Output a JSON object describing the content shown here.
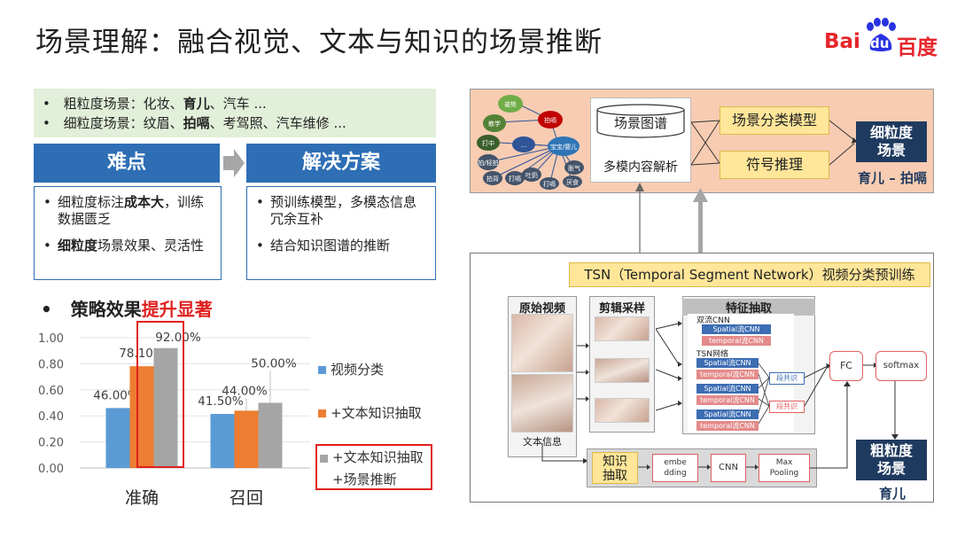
{
  "slide": {
    "title": "场景理解：融合视觉、文本与知识的场景推断",
    "logo": {
      "text_bai": "Bai",
      "text_du": "du",
      "text_cn": "百度"
    }
  },
  "scene_types": [
    {
      "bullet": "•",
      "prefix": "粗粒度场景：化妆、",
      "bold": "育儿",
      "suffix": "、汽车 ..."
    },
    {
      "bullet": "•",
      "prefix": "细粒度场景：纹眉、",
      "bold": "拍嗝",
      "suffix": "、考驾照、汽车维修 ..."
    }
  ],
  "difficulty": {
    "header": "难点",
    "items": [
      {
        "bullet": "•",
        "pre": "细粒度标注",
        "bold": "成本大",
        "post": "，训练数据匮乏"
      },
      {
        "bullet": "•",
        "pre": "",
        "bold": "细粒度",
        "post": "场景效果、灵活性"
      }
    ]
  },
  "solution": {
    "header": "解决方案",
    "items": [
      {
        "bullet": "•",
        "text": "预训练模型，多模态信息冗余互补"
      },
      {
        "bullet": "•",
        "text": "结合知识图谱的推断"
      }
    ]
  },
  "strategy": {
    "bullet": "•",
    "prefix": "策略效果",
    "highlight": "提升显著"
  },
  "chart_data": {
    "type": "bar",
    "categories": [
      "准确",
      "召回"
    ],
    "series": [
      {
        "name": "视频分类",
        "values": [
          46.0,
          41.5
        ],
        "labels": [
          "46.00%",
          "41.50%"
        ],
        "color": "#5b9bd5"
      },
      {
        "name": "+文本知识抽取",
        "values": [
          78.1,
          44.0
        ],
        "labels": [
          "78.10%",
          "44.00%"
        ],
        "color": "#ed7d31"
      },
      {
        "name": "+文本知识抽取 +场景推断",
        "values": [
          92.0,
          50.0
        ],
        "labels": [
          "92.00%",
          "50.00%"
        ],
        "color": "#a5a5a5"
      }
    ],
    "yticks": [
      "0.00",
      "0.20",
      "0.40",
      "0.60",
      "0.80",
      "1.00"
    ],
    "ylim": [
      0,
      100
    ],
    "grid": true,
    "legend": "right"
  },
  "legend_text": {
    "s1": "视频分类",
    "s2": "+文本知识抽取",
    "s3_line1": "+文本知识抽取",
    "s3_line2": "+场景推断"
  },
  "diagram_top": {
    "graph_nodes": [
      "姿势",
      "教学",
      "拍嗝",
      "宝宝/婴儿",
      "打中",
      "...",
      "拍/轻拍",
      "拍背",
      "打嗝",
      "吐奶",
      "胀气",
      "打嗝",
      "厌食"
    ],
    "kg_label": "场景图谱",
    "mm_label": "多模内容解析",
    "cls_model": "场景分类模型",
    "symbolic": "符号推理",
    "fine_box_line1": "细粒度",
    "fine_box_line2": "场景",
    "fine_caption": "育儿 – 拍嗝"
  },
  "diagram_bottom": {
    "banner": "TSN（Temporal Segment Network）视频分类预训练",
    "raw_video": "原始视频",
    "text_info": "文本信息",
    "clip_sample": "剪辑采样",
    "feature_extract": "特征抽取",
    "two_stream": "双流CNN",
    "spatial": "Spatial流CNN",
    "temporal": "temporal流CNN",
    "tsn_net": "TSN网络",
    "fuse": "段共识",
    "fc": "FC",
    "softmax": "softmax",
    "kg_extract_line1": "知识",
    "kg_extract_line2": "抽取",
    "embedding_line1": "embe",
    "embedding_line2": "dding",
    "cnn": "CNN",
    "maxpool_line1": "Max",
    "maxpool_line2": "Pooling",
    "coarse_box_line1": "粗粒度",
    "coarse_box_line2": "场景",
    "coarse_caption": "育儿"
  }
}
